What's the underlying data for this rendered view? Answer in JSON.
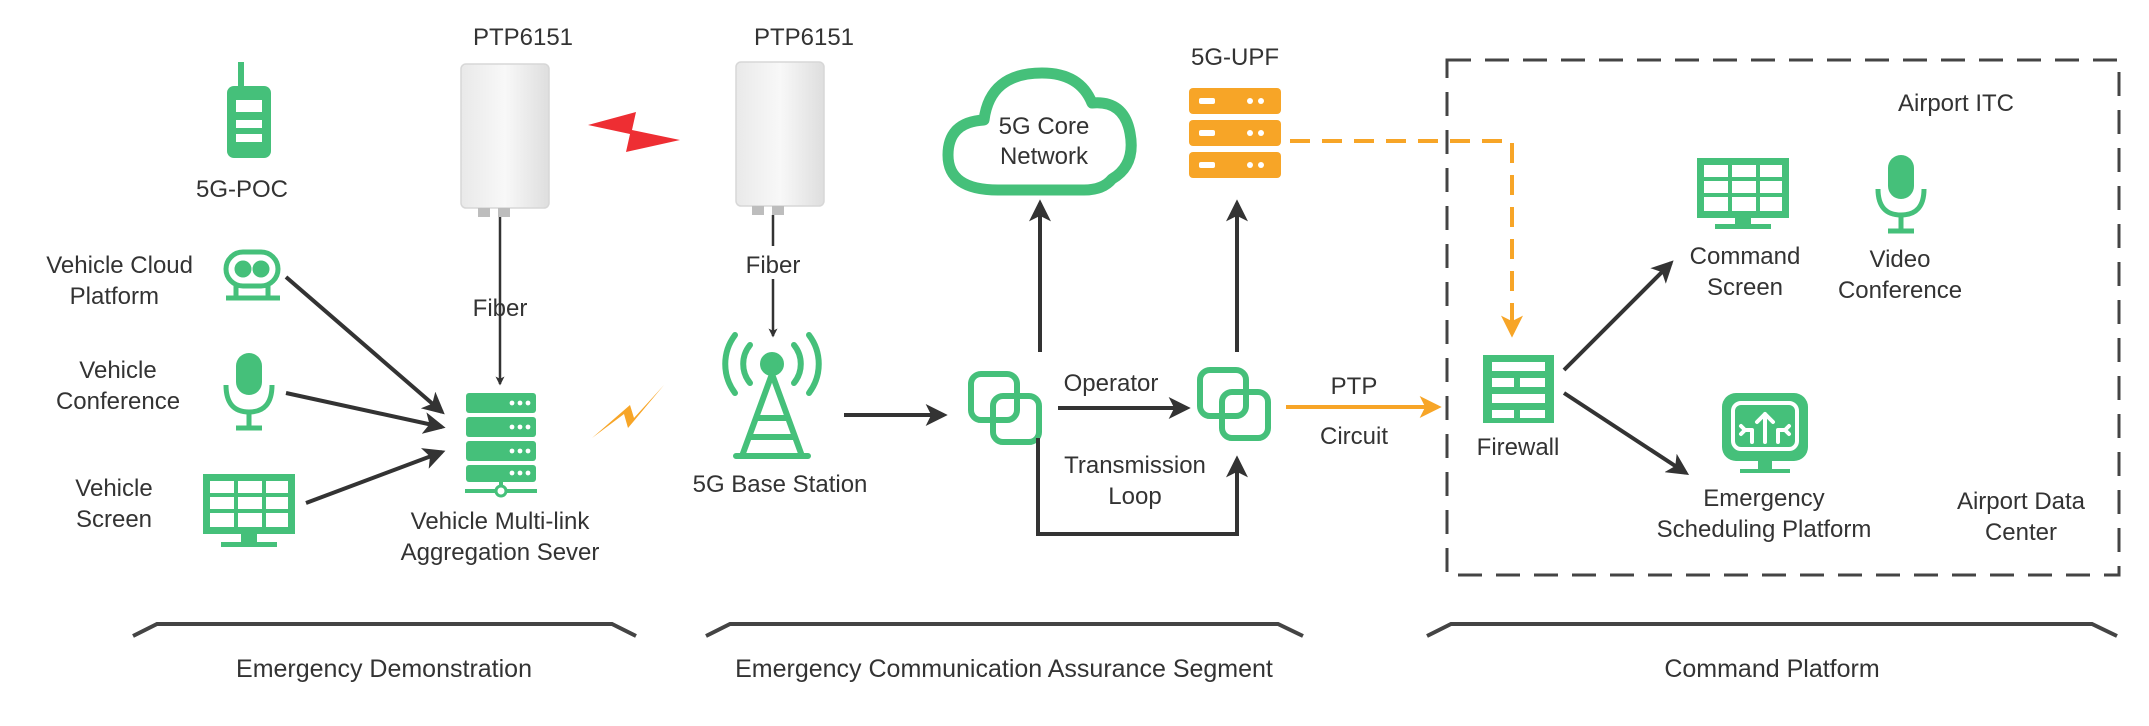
{
  "colors": {
    "green": "#45C07A",
    "orange": "#F7A527",
    "red": "#EE2E33",
    "arrow": "#333333",
    "dash": "#444444"
  },
  "radio_units": {
    "left_label": "PTP6151",
    "right_label": "PTP6151",
    "fiber_label": "Fiber"
  },
  "devices": {
    "poc": "5G-POC",
    "vehicle_cloud_line1": "Vehicle Cloud",
    "vehicle_cloud_line2": "Platform",
    "vehicle_conference_line1": "Vehicle",
    "vehicle_conference_line2": "Conference",
    "vehicle_screen_line1": "Vehicle",
    "vehicle_screen_line2": "Screen",
    "aggregation_line1": "Vehicle Multi-link",
    "aggregation_line2": "Aggregation Sever",
    "base_station": "5G Base Station",
    "core_line1": "5G Core",
    "core_line2": "Network",
    "upf": "5G-UPF",
    "operator": "Operator",
    "transmission_line1": "Transmission",
    "transmission_line2": "Loop",
    "ptp": "PTP",
    "circuit": "Circuit",
    "firewall": "Firewall"
  },
  "command_platform": {
    "airport_itc": "Airport ITC",
    "command_screen_line1": "Command",
    "command_screen_line2": "Screen",
    "video_conference_line1": "Video",
    "video_conference_line2": "Conference",
    "emergency_line1": "Emergency",
    "emergency_line2": "Scheduling Platform",
    "data_center_line1": "Airport Data",
    "data_center_line2": "Center"
  },
  "segments": {
    "demonstration": "Emergency Demonstration",
    "communication": "Emergency Communication  Assurance Segment",
    "command": "Command Platform"
  },
  "icons": [
    "walkie-talkie-icon",
    "cloud-platform-icon",
    "microphone-icon",
    "screen-icon",
    "server-stack-icon",
    "radio-unit-icon",
    "lightning-icon",
    "antenna-tower-icon",
    "cloud-icon",
    "router-icon",
    "firewall-icon",
    "upload-platform-icon"
  ]
}
